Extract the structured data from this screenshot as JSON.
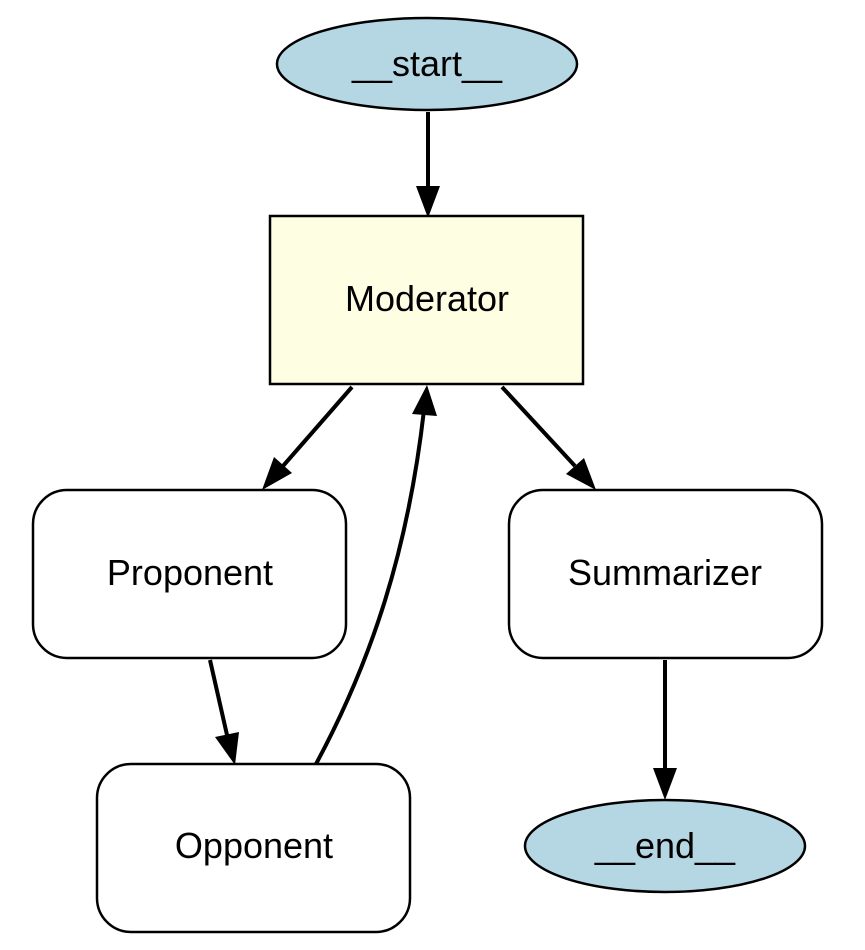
{
  "diagram": {
    "nodes": {
      "start": {
        "label": "__start__",
        "shape": "ellipse",
        "fill": "#b5d7e4"
      },
      "moderator": {
        "label": "Moderator",
        "shape": "box",
        "fill": "#fefee3"
      },
      "proponent": {
        "label": "Proponent",
        "shape": "rounded-box",
        "fill": "#ffffff"
      },
      "summarizer": {
        "label": "Summarizer",
        "shape": "rounded-box",
        "fill": "#ffffff"
      },
      "opponent": {
        "label": "Opponent",
        "shape": "rounded-box",
        "fill": "#ffffff"
      },
      "end": {
        "label": "__end__",
        "shape": "ellipse",
        "fill": "#b5d7e4"
      }
    },
    "edges": [
      {
        "from": "start",
        "to": "moderator"
      },
      {
        "from": "moderator",
        "to": "proponent"
      },
      {
        "from": "moderator",
        "to": "summarizer"
      },
      {
        "from": "proponent",
        "to": "opponent"
      },
      {
        "from": "opponent",
        "to": "moderator"
      },
      {
        "from": "summarizer",
        "to": "end"
      }
    ]
  }
}
